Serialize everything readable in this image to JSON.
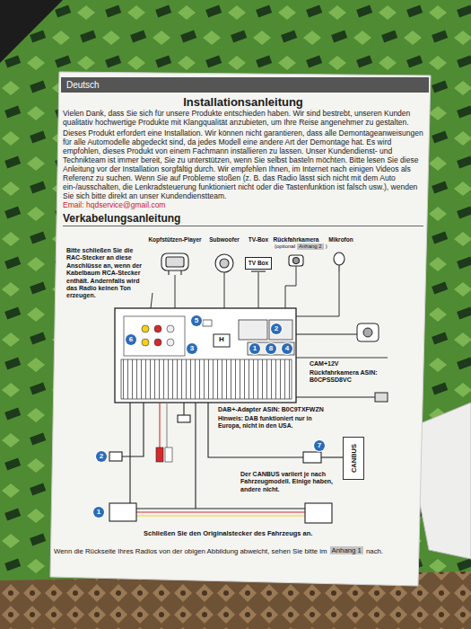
{
  "diagram": {
    "title": "Installationsanleitung",
    "nodes": [
      {
        "text": [
          "Deutsch"
        ]
      },
      {
        "text": [
          "Anhang 2"
        ]
      },
      {
        "text": [
          "TV Box"
        ]
      },
      {
        "text": [
          "5"
        ]
      },
      {
        "text": [
          "2"
        ]
      },
      {
        "text": [
          "6"
        ]
      },
      {
        "text": [
          "3"
        ]
      },
      {
        "text": [
          "1"
        ]
      },
      {
        "text": [
          "8"
        ]
      },
      {
        "text": [
          "4"
        ]
      },
      {
        "text": [
          "7"
        ]
      },
      {
        "text": [
          "CANBUS"
        ]
      },
      {
        "text": [
          "2"
        ]
      },
      {
        "text": [
          "1"
        ]
      },
      {
        "text": [
          "Anhang 1"
        ]
      }
    ],
    "labels": [
      "Vielen Dank, dass Sie sich für unsere Produkte entschieden haben. Wir sind bestrebt, unseren Kunden qualitativ hochwertige Produkte mit Klangqualität anzubieten, um Ihre Reise angenehmer zu gestalten.",
      "Dieses Produkt erfordert eine Installation. Wir können nicht garantieren, dass alle Demontageanweisungen für alle Automodelle abgedeckt sind, da jedes Modell eine andere Art der Demontage hat. Es wird empfohlen, dieses Produkt von einem Fachmann installieren zu lassen. Unser Kundendienst- und Technikteam ist immer bereit, Sie zu unterstützen, wenn Sie selbst basteln möchten. Bitte lesen Sie diese Anleitung vor der Installation sorgfältig durch. Wir empfehlen Ihnen, im Internet nach einigen Videos als Referenz zu suchen. Wenn Sie auf Probleme stoßen (z. B. das Radio lässt sich nicht mit dem Auto ein-/ausschalten, die Lenkradsteuerung funktioniert nicht oder die Tastenfunktion ist falsch usw.), wenden Sie sich bitte direkt an unser Kundendienstteam.",
      "Email: hqdservice@gmail.com",
      "Verkabelungsanleitung",
      "Bitte schließen Sie die RAC-Stecker an diese Anschlüsse an, wenn der Kabelbaum RCA-Stecker enthält. Andernfalls wird das Radio keinen Ton erzeugen.",
      "Kopfstützen-Player",
      "Subwoofer",
      "TV-Box",
      "Rückfahrkamera",
      "(optional",
      ")",
      "Mikrofon",
      "H",
      "CAM+12V",
      "Rückfahrkamera ASIN: B0CPSSD8VC",
      "DAB+-Adapter ASIN: B0C9TXFWZN",
      "Hinweis: DAB funktioniert nur in Europa, nicht in den USA.",
      "Der CANBUS variiert je nach Fahrzeugmodell. Einige haben, andere nicht.",
      "Schließen Sie den Originalstecker des Fahrzeugs an.",
      "Wenn die Rückseite Ihres Radios von der obigen Abbildung abweicht, sehen Sie bitte im",
      "nach."
    ]
  }
}
